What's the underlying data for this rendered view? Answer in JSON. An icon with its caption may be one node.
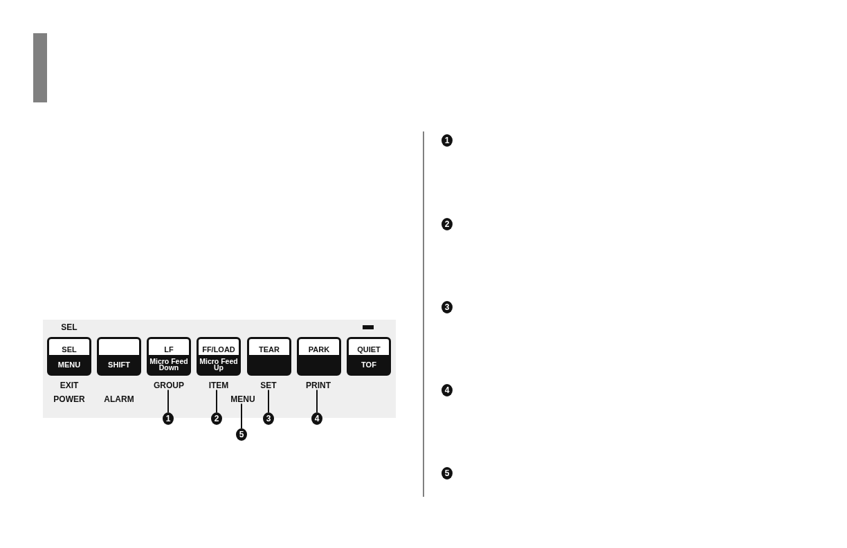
{
  "diagram": {
    "nodes": [
      {
        "text": [],
        "shape": "bar"
      },
      {
        "text": [
          "SEL",
          "MENU"
        ]
      },
      {
        "text": [
          "SHIFT"
        ]
      },
      {
        "text": [
          "LF",
          "Micro Feed Down"
        ]
      },
      {
        "text": [
          "FF/LOAD",
          "Micro Feed Up"
        ]
      },
      {
        "text": [
          "TEAR"
        ]
      },
      {
        "text": [
          "PARK"
        ]
      },
      {
        "text": [
          "QUIET",
          "TOF"
        ]
      },
      {
        "text": [
          "GROUP"
        ]
      },
      {
        "text": [
          "ITEM"
        ]
      },
      {
        "text": [
          "SET"
        ]
      },
      {
        "text": [
          "PRINT"
        ]
      },
      {
        "text": [
          "MENU"
        ]
      },
      {
        "text": [
          "1"
        ]
      },
      {
        "text": [
          "2"
        ]
      },
      {
        "text": [
          "3"
        ]
      },
      {
        "text": [
          "4"
        ]
      },
      {
        "text": [
          "5"
        ]
      },
      {
        "text": [
          "1"
        ]
      },
      {
        "text": [
          "2"
        ]
      },
      {
        "text": [
          "3"
        ]
      },
      {
        "text": [
          "4"
        ]
      },
      {
        "text": [
          "5"
        ]
      }
    ],
    "edges": [
      {
        "from": 8,
        "to": 13,
        "arrow": "none"
      },
      {
        "from": 9,
        "to": 14,
        "arrow": "none"
      },
      {
        "from": 10,
        "to": 15,
        "arrow": "none"
      },
      {
        "from": 11,
        "to": 16,
        "arrow": "none"
      },
      {
        "from": 12,
        "to": 17,
        "arrow": "none"
      }
    ],
    "labels": [
      "SEL",
      "EXIT",
      "POWER",
      "ALARM"
    ]
  }
}
